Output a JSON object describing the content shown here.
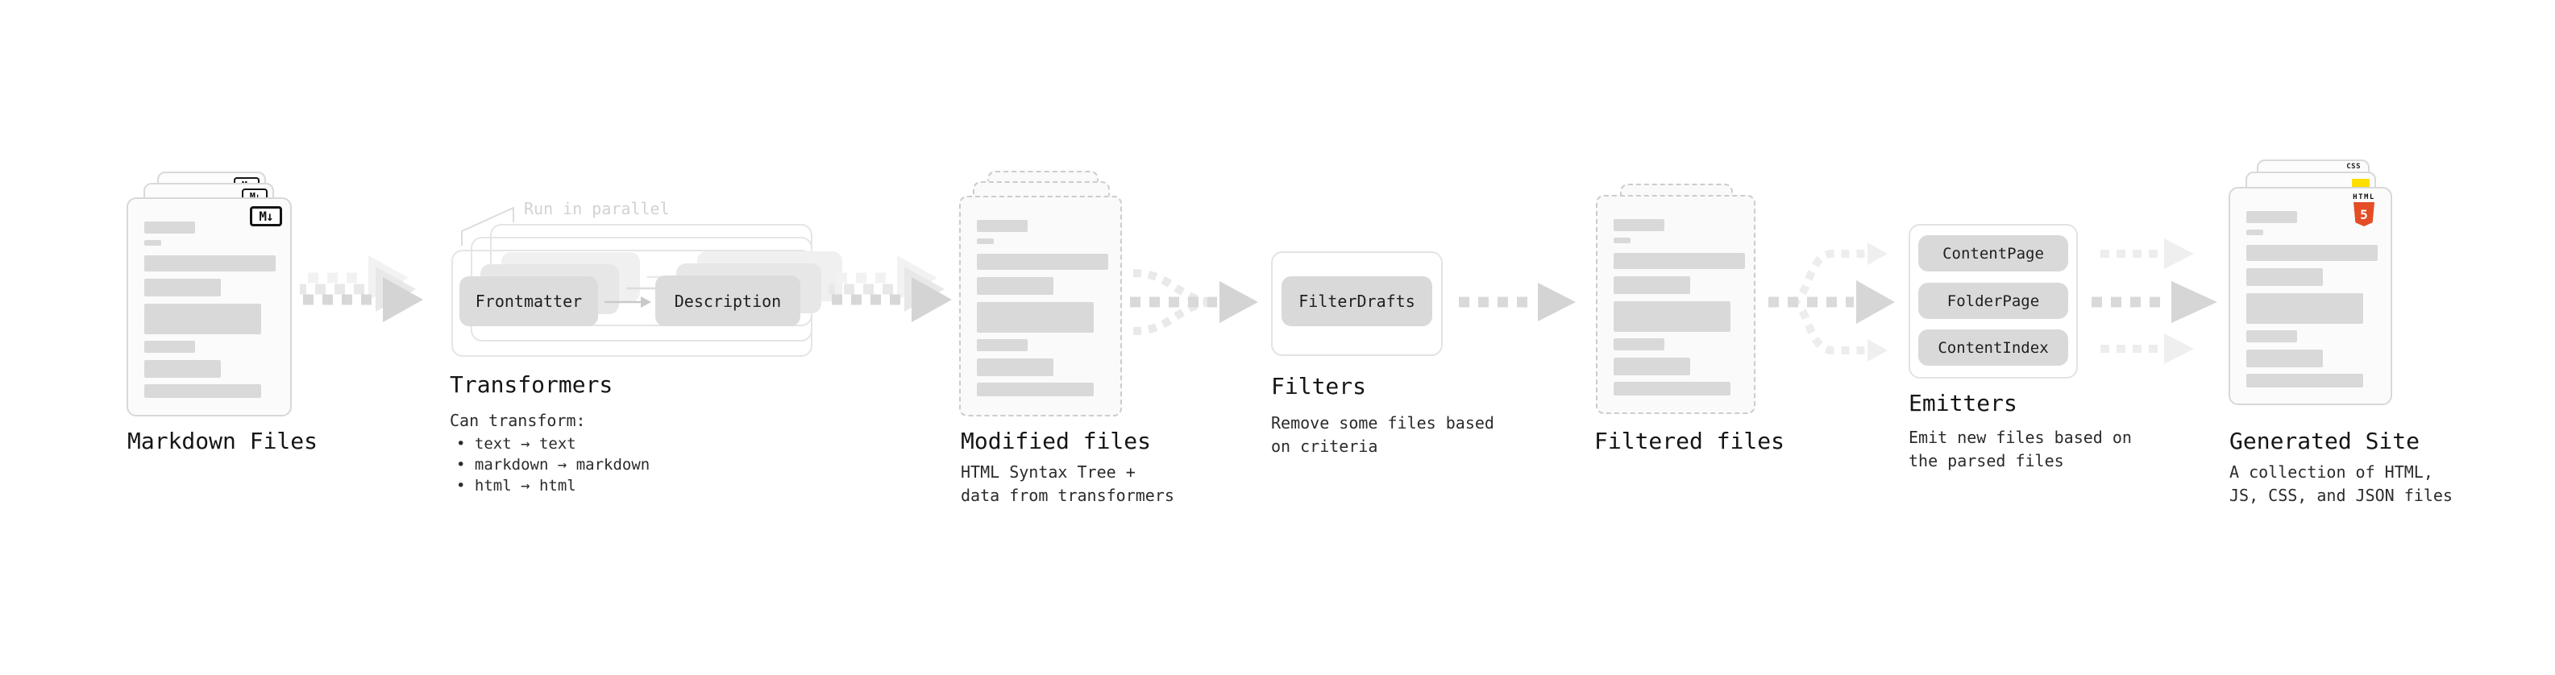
{
  "diagram": {
    "markdown_files": {
      "title": "Markdown Files",
      "badge_label": "M↓"
    },
    "transformers": {
      "title": "Transformers",
      "callout": "Run in parallel",
      "pill_frontmatter": "Frontmatter",
      "pill_description": "Description",
      "desc_heading": "Can transform:",
      "bullets": [
        "• text → text",
        "• markdown → markdown",
        "• html → html"
      ]
    },
    "modified_files": {
      "title": "Modified files",
      "desc_line1": "HTML Syntax Tree +",
      "desc_line2": "data from transformers"
    },
    "filters": {
      "title": "Filters",
      "pill": "FilterDrafts",
      "desc_line1": "Remove some files based",
      "desc_line2": "on criteria"
    },
    "filtered_files": {
      "title": "Filtered files"
    },
    "emitters": {
      "title": "Emitters",
      "pills": [
        "ContentPage",
        "FolderPage",
        "ContentIndex"
      ],
      "desc_line1": "Emit new files based on",
      "desc_line2": "the parsed files"
    },
    "generated_site": {
      "title": "Generated Site",
      "desc_line1": "A collection of HTML,",
      "desc_line2": "JS, CSS, and JSON files",
      "css_badge_label": "CSS",
      "html_badge_label": "HTML",
      "html_badge_number": "5"
    },
    "colors": {
      "html5_orange": "#e44d26",
      "js_yellow": "#ffde00",
      "css_blue": "#2965f1",
      "skeleton_gray": "#d9d9d9",
      "pill_gray": "#dcdcdc",
      "arrow_gray": "#d6d6d6",
      "outline_gray": "#e5e5e5",
      "text_dark": "#151515"
    }
  }
}
